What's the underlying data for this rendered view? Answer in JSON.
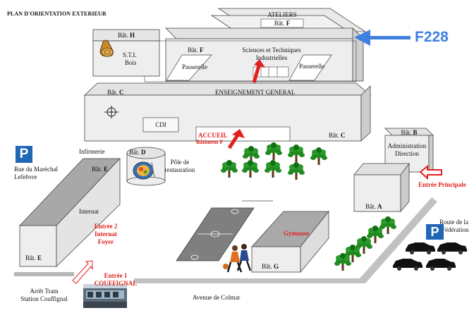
{
  "title": "PLAN D'ORIENTATION EXTERIEUR",
  "callout": {
    "label": "F228",
    "color": "#3f7fe0"
  },
  "accent_red": "#e0201c",
  "parking_label": "P",
  "buildings": {
    "ateliers": {
      "line1": "ATELIERS",
      "line2_prefix": "Bât.",
      "line2_letter": "F"
    },
    "sti_wing": {
      "prefix": "Bât.",
      "letter": "F",
      "line1": "Sciences et Techniques",
      "line2": "Industrielles"
    },
    "passerelle_left": "Passerelle",
    "passerelle_right": "Passerelle",
    "bat_h": {
      "prefix": "Bât.",
      "letter": "H",
      "line1": "S.T.I.",
      "line2": "Bois"
    },
    "enseignement": {
      "label": "ENSEIGNEMENT GENERAL",
      "prefix_left": "Bât.",
      "letter_left": "C",
      "prefix_right": "Bât.",
      "letter_right": "C"
    },
    "cdi": "CDI",
    "accueil": {
      "line1": "ACCUEIL",
      "line2": "Bâtiment F"
    },
    "bat_b": {
      "prefix": "Bât.",
      "letter": "B",
      "line1": "Administration",
      "line2": "Direction"
    },
    "bat_a": {
      "prefix": "Bât.",
      "letter": "A"
    },
    "entree_principale": "Entrée Principale",
    "bat_d": {
      "prefix": "Bât.",
      "letter": "D"
    },
    "infirmerie": "Infirmerie",
    "pole": {
      "line1": "Pôle de",
      "line2": "restauration"
    },
    "bat_e_top": {
      "prefix": "Bât.",
      "letter": "E"
    },
    "bat_e_bottom": {
      "prefix": "Bât.",
      "letter": "E"
    },
    "internat": "Internat",
    "entree2": {
      "line1": "Entrée 2",
      "line2": "Internat",
      "line3": "Foyer"
    },
    "entree1": {
      "line1": "Entrée  1",
      "line2": "COUFFIGNAL"
    },
    "gymnase": "Gymnase",
    "bat_g": {
      "prefix": "Bât.",
      "letter": "G"
    }
  },
  "streets": {
    "rue": {
      "line1": "Rue du Maréchal",
      "line2": "Lefebvre"
    },
    "route": {
      "line1": "Route de la",
      "line2": "Fédération"
    },
    "avenue": "Avenue de Colmar",
    "tram": {
      "line1": "Arrêt Tram",
      "line2": "Station Couffignal"
    }
  },
  "icons": [
    "wood-log-icon",
    "compass-target-icon",
    "food-plate-icon",
    "tree-icon",
    "car-icon",
    "tram-photo",
    "athletes-icon",
    "sports-field"
  ]
}
